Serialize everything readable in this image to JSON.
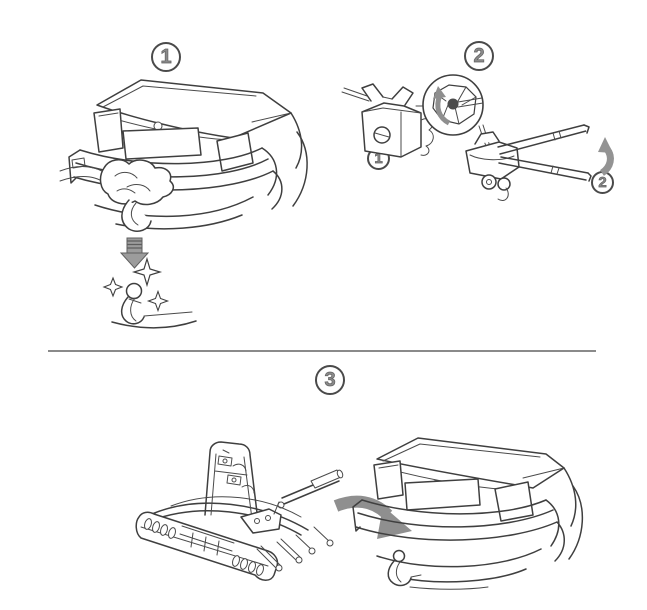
{
  "steps": {
    "step1": {
      "number": "1"
    },
    "step2": {
      "number": "2",
      "substep1": "1",
      "substep2": "2"
    },
    "step3": {
      "number": "3"
    }
  },
  "colors": {
    "background": "#ffffff",
    "line_art": "#3f3f3f",
    "arrow_gray": "#949494",
    "step_number": "#8a8a8a",
    "badge_border": "#4a4a4a",
    "divider": "#8a8a8a"
  },
  "icons": {
    "down_arrow": "down-arrow-icon",
    "rotate_arrow": "rotate-arrow-icon",
    "up_arrow": "up-arrow-icon",
    "curved_arrow": "curved-arrow-icon",
    "sparkles": "sparkle-icon",
    "magnifier_detail": "magnifier-detail-circle"
  }
}
